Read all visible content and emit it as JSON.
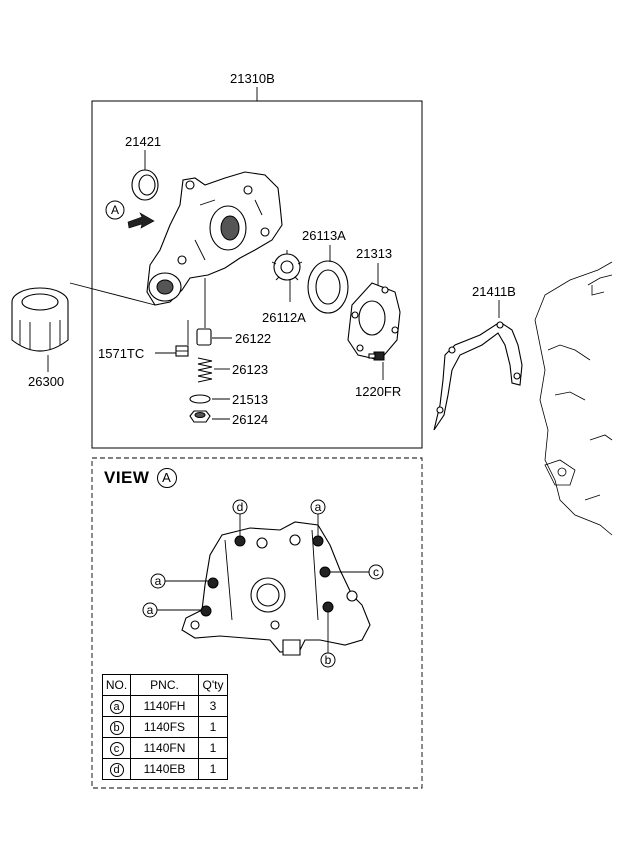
{
  "labels": {
    "assembly": "21310B",
    "oil_seal": "21421",
    "view_marker": "A",
    "rotor_outer": "26113A",
    "cover": "21313",
    "rotor_inner": "26112A",
    "gasket": "21411B",
    "filter": "26300",
    "plunger": "26122",
    "plug": "1571TC",
    "spring": "26123",
    "washer": "21513",
    "cap": "26124",
    "screw": "1220FR"
  },
  "view": {
    "title": "VIEW",
    "marker": "A",
    "callouts": [
      "d",
      "a",
      "a",
      "a",
      "c",
      "b"
    ]
  },
  "table": {
    "headers": [
      "NO.",
      "PNC.",
      "Q'ty"
    ],
    "rows": [
      {
        "no": "a",
        "pnc": "1140FH",
        "qty": "3"
      },
      {
        "no": "b",
        "pnc": "1140FS",
        "qty": "1"
      },
      {
        "no": "c",
        "pnc": "1140FN",
        "qty": "1"
      },
      {
        "no": "d",
        "pnc": "1140EB",
        "qty": "1"
      }
    ]
  }
}
